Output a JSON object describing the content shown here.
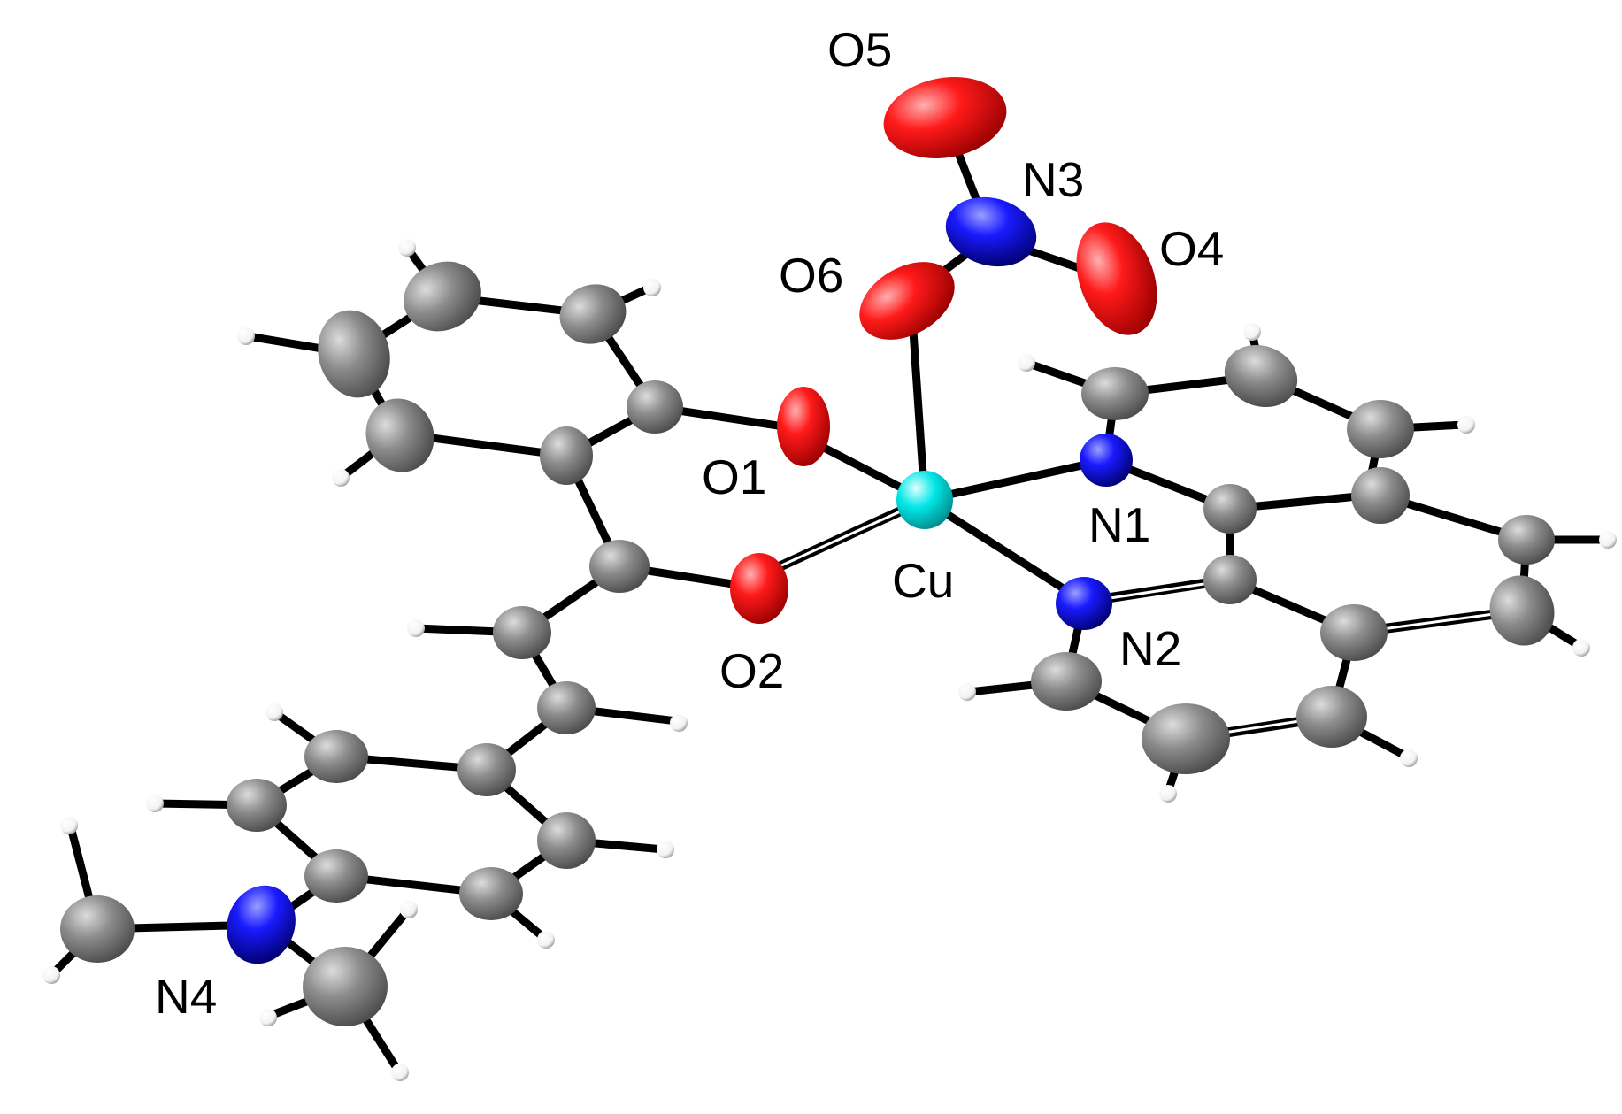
{
  "labels": {
    "O5": "O5",
    "N3": "N3",
    "O4": "O4",
    "O6": "O6",
    "O1": "O1",
    "N1": "N1",
    "Cu": "Cu",
    "O2": "O2",
    "N2": "N2",
    "N4": "N4"
  },
  "colors": {
    "carbon": "#808080",
    "oxygen": "#ff0000",
    "nitrogen": "#0000ff",
    "copper": "#00e6e6",
    "hydrogen": "#ffffff",
    "bond": "#000000",
    "background": "#ffffff"
  }
}
